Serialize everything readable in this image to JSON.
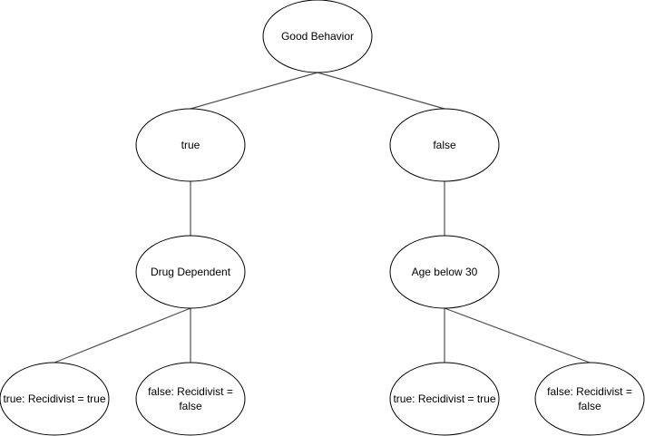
{
  "diagram": {
    "type": "decision-tree",
    "nodes": {
      "root": {
        "label": "Good Behavior"
      },
      "branch_true": {
        "label": "true"
      },
      "branch_false": {
        "label": "false"
      },
      "drug_dependent": {
        "label": "Drug Dependent"
      },
      "age_below_30": {
        "label": "Age below 30"
      },
      "leaf_dd_true": {
        "lines": [
          "true: Recidivist = true"
        ]
      },
      "leaf_dd_false": {
        "lines": [
          "false: Recidivist =",
          "false"
        ]
      },
      "leaf_age_true": {
        "lines": [
          "true: Recidivist = true"
        ]
      },
      "leaf_age_false": {
        "lines": [
          "false: Recidivist =",
          "false"
        ]
      }
    },
    "edges": [
      [
        "root",
        "branch_true"
      ],
      [
        "root",
        "branch_false"
      ],
      [
        "branch_true",
        "drug_dependent"
      ],
      [
        "branch_false",
        "age_below_30"
      ],
      [
        "drug_dependent",
        "leaf_dd_true"
      ],
      [
        "drug_dependent",
        "leaf_dd_false"
      ],
      [
        "age_below_30",
        "leaf_age_true"
      ],
      [
        "age_below_30",
        "leaf_age_false"
      ]
    ]
  }
}
